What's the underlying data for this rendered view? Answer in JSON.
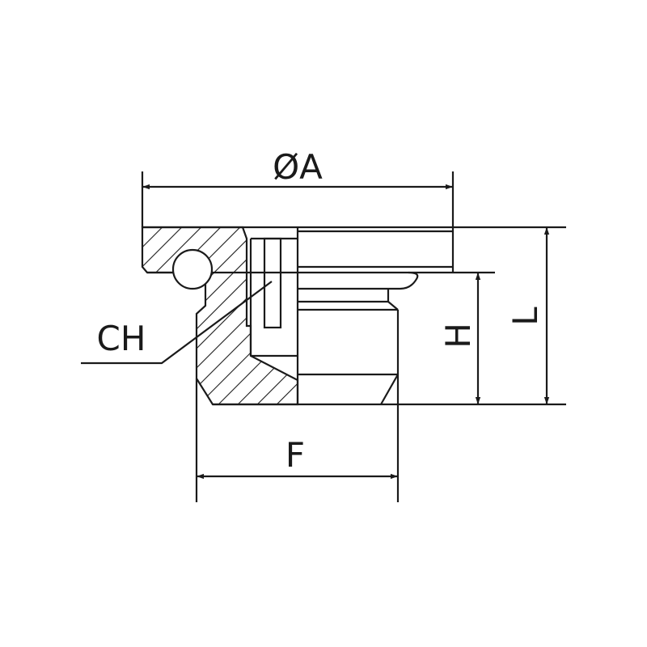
{
  "diagram": {
    "labels": {
      "diameter_a": "ØA",
      "ch": "CH",
      "h": "H",
      "l": "L",
      "f": "F"
    },
    "colors": {
      "line": "#1a1a1a",
      "background": "#ffffff"
    }
  }
}
